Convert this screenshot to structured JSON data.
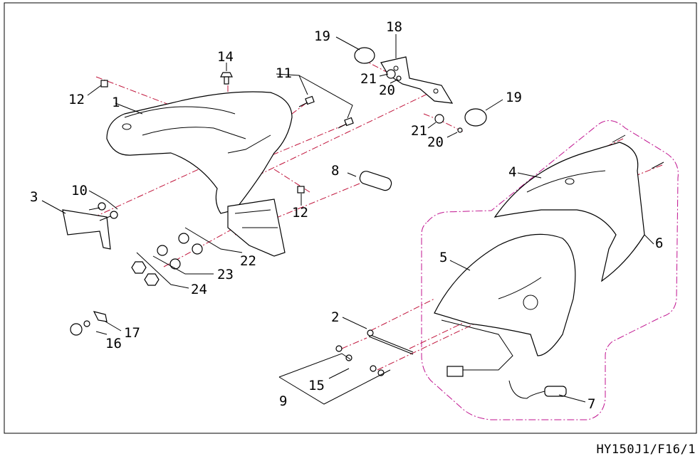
{
  "drawing_code": "HY150J1/F16/1",
  "colors": {
    "center_line": "#c0133a",
    "group_outline": "#c0138f",
    "ink": "#000000"
  },
  "labels": {
    "p1": "1",
    "p2": "2",
    "p3": "3",
    "p4": "4",
    "p5": "5",
    "p6": "6",
    "p7": "7",
    "p8": "8",
    "p9": "9",
    "p10": "10",
    "p11": "11",
    "p12a": "12",
    "p12b": "12",
    "p14": "14",
    "p15": "15",
    "p16": "16",
    "p17": "17",
    "p18": "18",
    "p19a": "19",
    "p19b": "19",
    "p20a": "20",
    "p20b": "20",
    "p21a": "21",
    "p21b": "21",
    "p22": "22",
    "p23": "23",
    "p24": "24"
  }
}
